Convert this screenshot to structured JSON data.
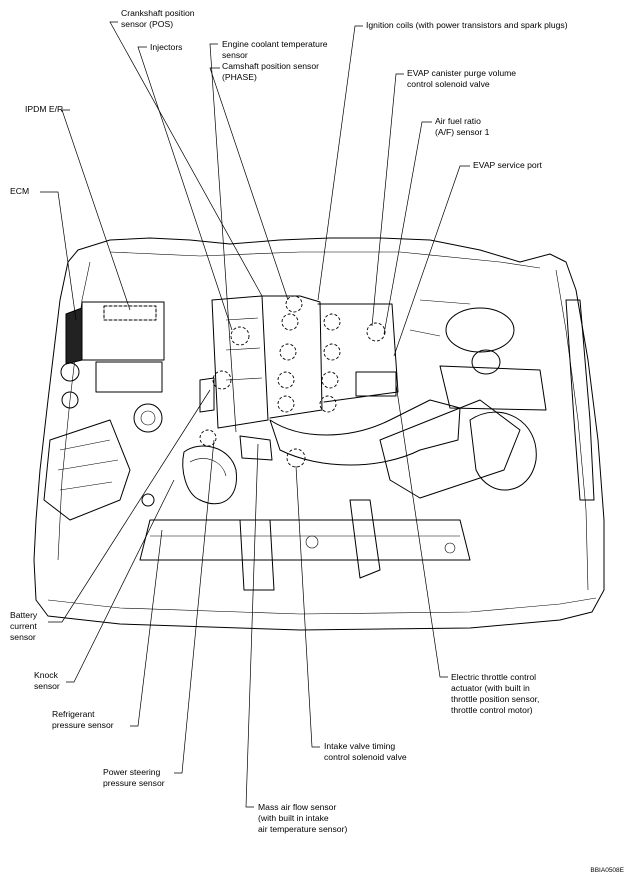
{
  "labels": {
    "crankshaft": [
      "Crankshaft position",
      "sensor (POS)"
    ],
    "injectors": [
      "Injectors"
    ],
    "coolant": [
      "Engine coolant temperature",
      "sensor",
      "Camshaft position sensor",
      "(PHASE)"
    ],
    "ignition": [
      "Ignition coils (with power transistors and spark plugs)"
    ],
    "evap_purge": [
      "EVAP canister purge volume",
      "control solenoid valve"
    ],
    "af_sensor": [
      "Air fuel ratio",
      "(A/F) sensor 1"
    ],
    "evap_port": [
      "EVAP service port"
    ],
    "ipdm": [
      "IPDM E/R"
    ],
    "ecm": [
      "ECM"
    ],
    "battery": [
      "Battery",
      "current",
      "sensor"
    ],
    "knock": [
      "Knock",
      "sensor"
    ],
    "refrigerant": [
      "Refrigerant",
      "pressure sensor"
    ],
    "power_steering": [
      "Power steering",
      "pressure sensor"
    ],
    "mass_air": [
      "Mass air flow sensor",
      "(with built in intake",
      "air temperature sensor)"
    ],
    "intake_valve": [
      "Intake valve timing",
      "control solenoid valve"
    ],
    "throttle": [
      "Electric throttle control",
      "actuator (with built in",
      "throttle position sensor,",
      "throttle control motor)"
    ]
  },
  "figure_code": "BBIA0508E"
}
